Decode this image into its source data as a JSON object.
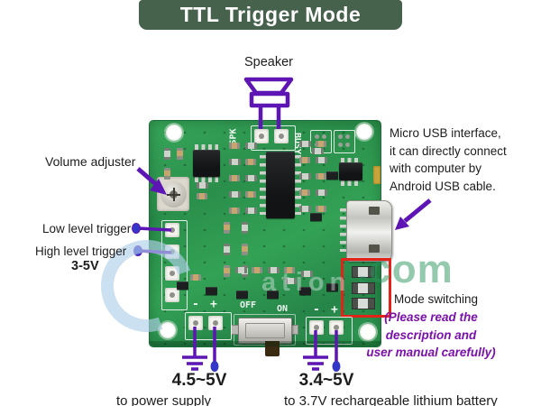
{
  "title": {
    "text": "TTL Trigger Mode"
  },
  "labels": {
    "speaker": "Speaker",
    "volume_adjuster": "Volume adjuster",
    "low_level_trigger": "Low level trigger",
    "high_level_trigger": "High level trigger",
    "trigger_voltage": "3-5V",
    "usb_info_lines": [
      "Micro USB interface,",
      "it can directly connect",
      "with computer by",
      "Android USB cable."
    ],
    "mode_switching": "Mode switching",
    "mode_note_lines": [
      "(Please read the",
      "description and",
      "user manual carefully)"
    ],
    "left_supply_voltage": "4.5~5V",
    "left_supply_desc": "to power supply",
    "right_supply_voltage": "3.4~5V",
    "right_supply_desc": "to 3.7V rechargeable lithium battery"
  },
  "board_silk": {
    "spk": "SPK",
    "busy": "BUSY",
    "off": "OFF",
    "on": "ON",
    "minus": "-",
    "plus": "+"
  },
  "watermark": {
    "dotcom": ".com",
    "ation": "ation"
  },
  "colors": {
    "banner_green": "#46614c",
    "pcb_green": "#2e9850",
    "annotation_purple": "#5d16b4",
    "connector_dot_blue": "#3436c8",
    "highlight_red": "#e2231a",
    "note_purple": "#7c10ac"
  }
}
